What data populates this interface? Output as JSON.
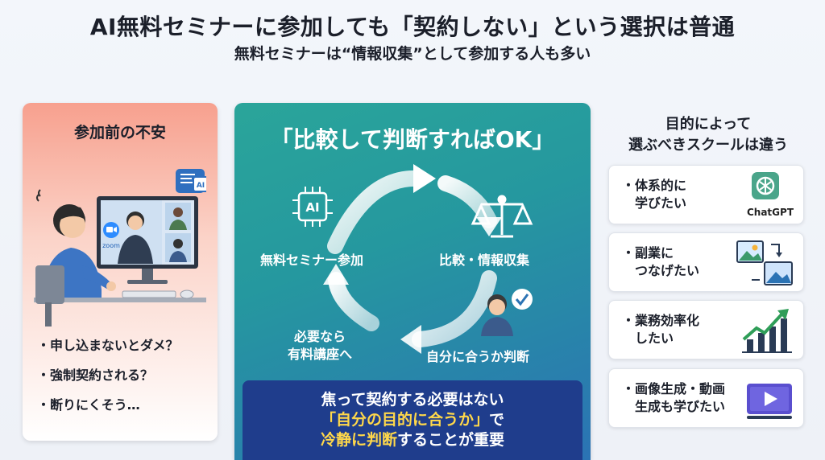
{
  "header": {
    "title": "AI無料セミナーに参加しても「契約しない」という選択は普通",
    "subtitle": "無料セミナーは“情報収集”として参加する人も多い"
  },
  "left_panel": {
    "title": "参加前の不安",
    "screen_app_label": "zoom",
    "chat_badge": "AI",
    "worries": [
      "申し込まないとダメ？",
      "強制契約される？",
      "断りにくそう…"
    ]
  },
  "center_panel": {
    "title": "「比較して判断すればOK」",
    "cycle": {
      "step_seminar": "無料セミナー参加",
      "step_compare": "比較・情報収集",
      "step_judge": "自分に合うか判断",
      "step_paid_line1": "必要なら",
      "step_paid_line2": "有料講座へ",
      "ai_chip_label": "AI"
    },
    "conclusion": {
      "line1": "焦って契約する必要はない",
      "line2_highlight": "「自分の目的に合うか」",
      "line2_rest": "で",
      "line3_highlight": "冷静に判断",
      "line3_rest": "することが重要"
    }
  },
  "right_panel": {
    "title_line1": "目的によって",
    "title_line2": "選ぶべきスクールは違う",
    "goals": [
      {
        "line1": "体系的に",
        "line2": "学びたい",
        "icon": "chatgpt-icon",
        "brand": "ChatGPT"
      },
      {
        "line1": "副業に",
        "line2": "つなげたい",
        "icon": "image-transform-icon"
      },
      {
        "line1": "業務効率化",
        "line2": "したい",
        "icon": "growth-chart-icon"
      },
      {
        "line1": "画像生成・動画",
        "line2": "生成も学びたい",
        "icon": "video-play-icon"
      }
    ]
  },
  "colors": {
    "accent_teal": "#2aa59a",
    "accent_blue": "#2b73b4",
    "navy": "#1f3d8c",
    "highlight_yellow": "#ffd84a",
    "salmon": "#f7a08e"
  }
}
